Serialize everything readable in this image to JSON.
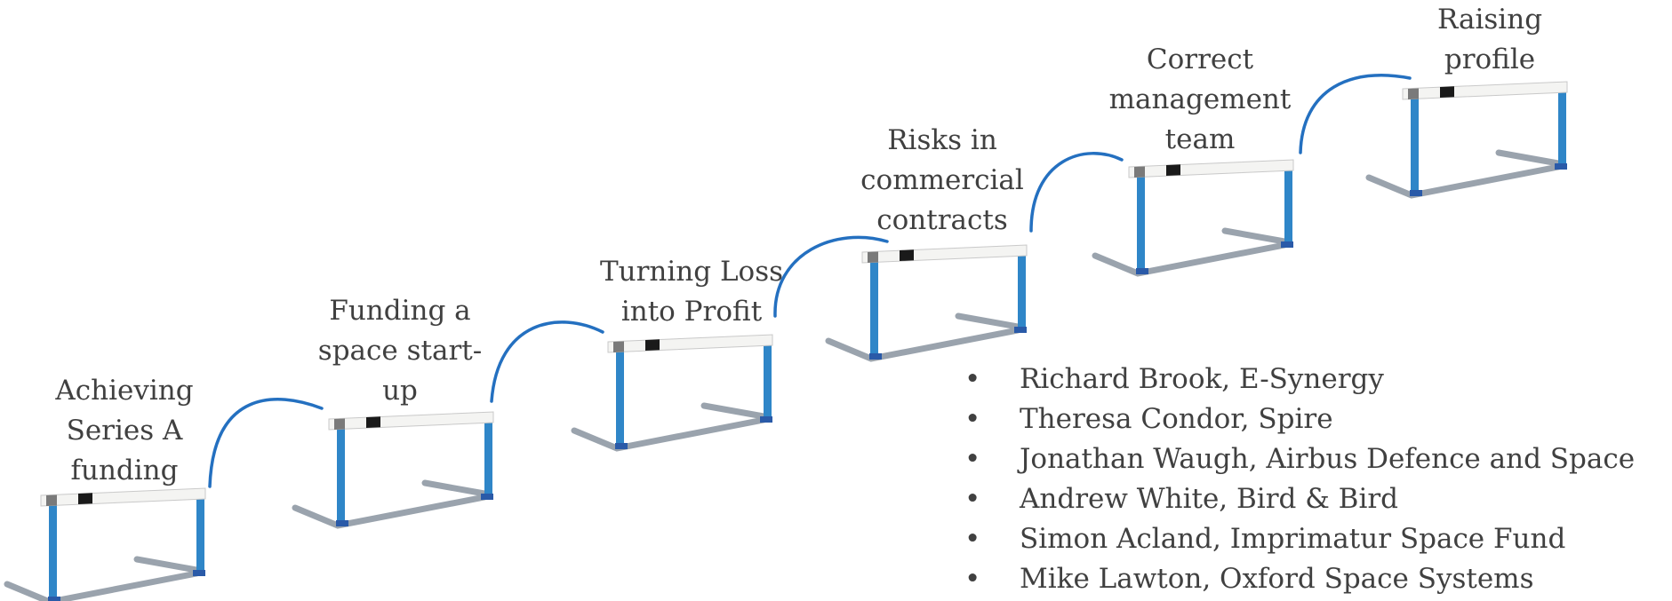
{
  "hurdles": [
    {
      "lines": [
        "Achieving",
        "Series A",
        "funding"
      ]
    },
    {
      "lines": [
        "Funding a",
        "space start-",
        "up"
      ]
    },
    {
      "lines": [
        "Turning Loss",
        "into Profit"
      ]
    },
    {
      "lines": [
        "Risks in",
        "commercial",
        "contracts"
      ]
    },
    {
      "lines": [
        "Correct",
        "management",
        "team"
      ]
    },
    {
      "lines": [
        "Raising",
        "profile"
      ]
    }
  ],
  "speakers": [
    "Richard Brook, E-Synergy",
    "Theresa Condor, Spire",
    "Jonathan Waugh, Airbus Defence and Space",
    "Andrew White, Bird & Bird",
    "Simon Acland, Imprimatur Space Fund",
    "Mike Lawton, Oxford Space Systems"
  ],
  "bullet_symbol": "•",
  "colors": {
    "text": "#404040",
    "jump_arc": "#2470c0",
    "hurdle_post": "#2f86c8",
    "hurdle_base": "#9aa3ad",
    "hurdle_bar": "#f4f4f2",
    "bar_stripe": "#1a1a1a",
    "foot": "#2a5aa8"
  }
}
